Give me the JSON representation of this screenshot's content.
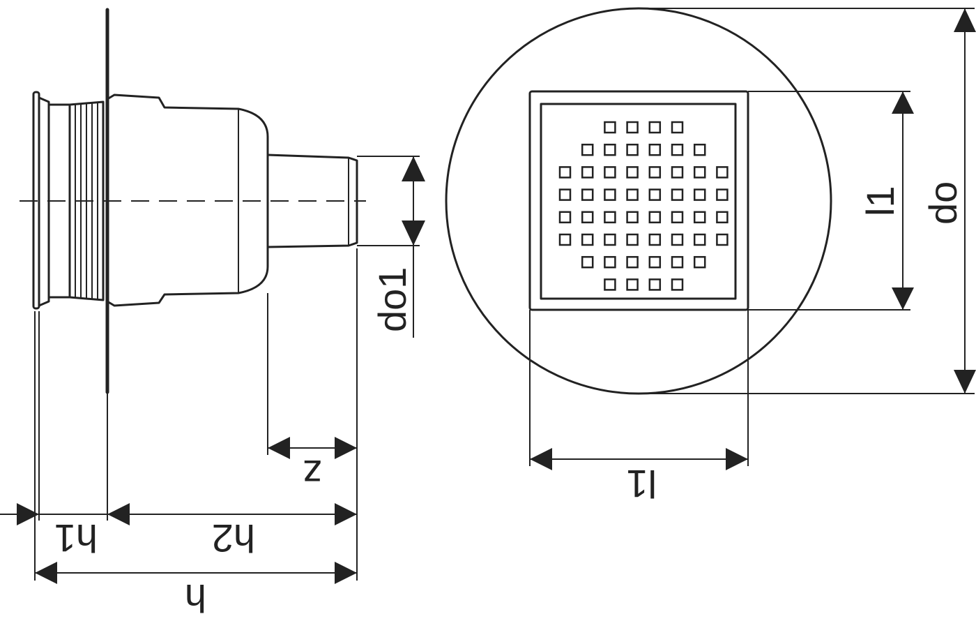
{
  "labels": {
    "do1": "do1",
    "z": "z",
    "h1": "h1",
    "h2": "h2",
    "h": "h",
    "l1_vertical": "l1",
    "do": "do",
    "l1_horizontal": "l1"
  },
  "colors": {
    "ink": "#222222",
    "background": "#ffffff"
  }
}
